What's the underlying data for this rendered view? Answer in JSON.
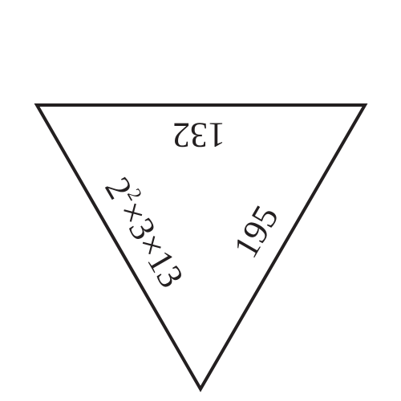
{
  "puzzle_piece": {
    "colors": {
      "stroke": "#231f20",
      "text": "#231f20",
      "background": "#ffffff"
    },
    "top_edge": {
      "text": "132"
    },
    "left_edge": {
      "base1": "2",
      "exp1": "2",
      "rest": "×3×13"
    },
    "right_edge": {
      "text": "195"
    }
  }
}
